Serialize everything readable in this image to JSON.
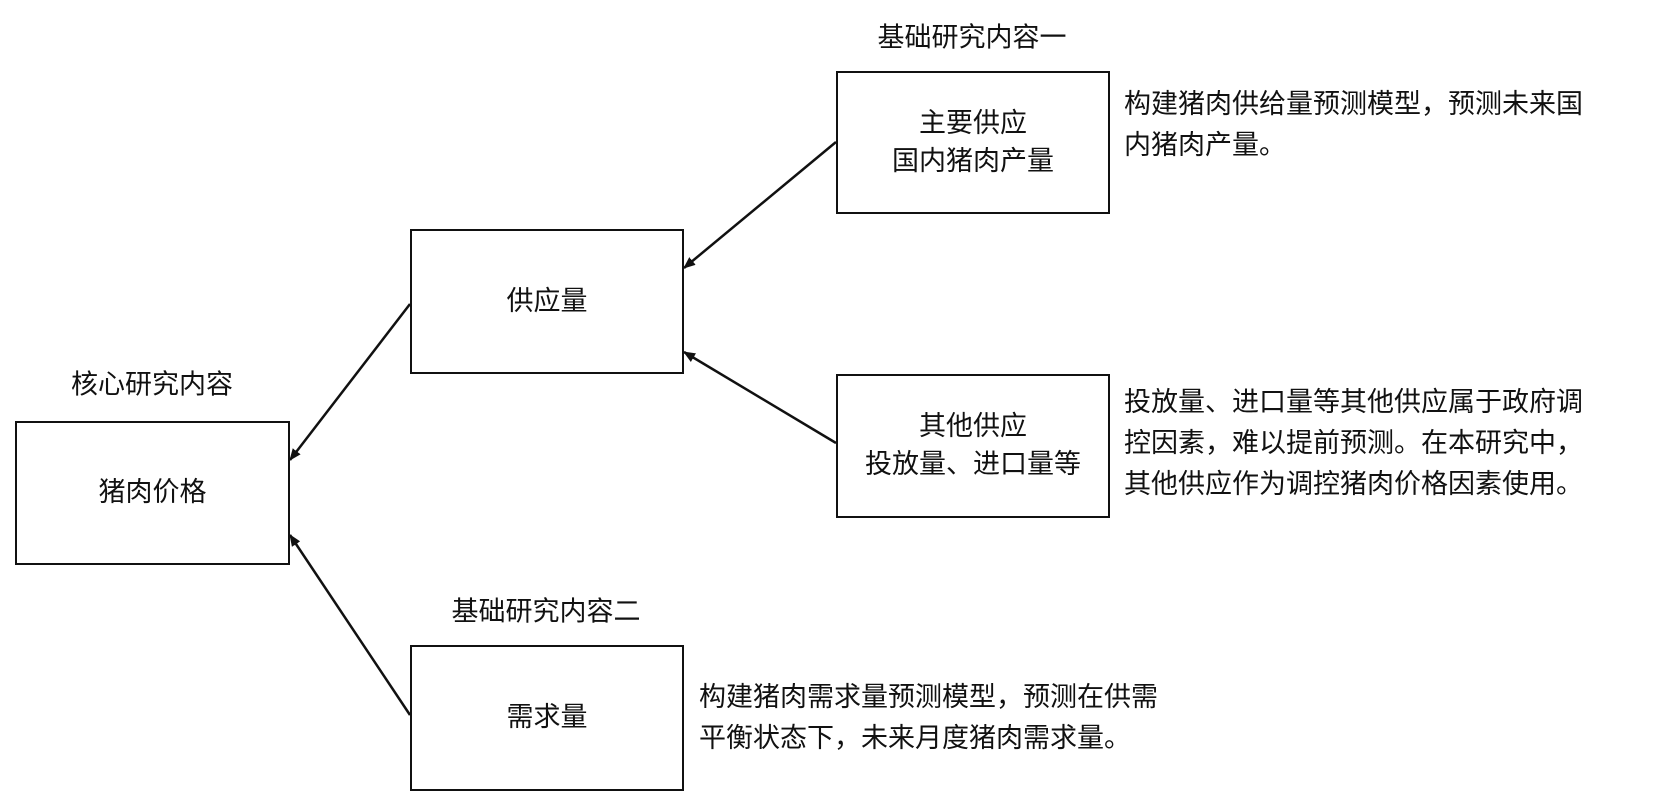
{
  "labels": {
    "core": "核心研究内容",
    "basic_one": "基础研究内容一",
    "basic_two": "基础研究内容二"
  },
  "nodes": {
    "price": {
      "lines": [
        "猪肉价格"
      ]
    },
    "supply": {
      "lines": [
        "供应量"
      ]
    },
    "main_supply": {
      "lines": [
        "主要供应",
        "国内猪肉产量"
      ]
    },
    "other_supply": {
      "lines": [
        "其他供应",
        "投放量、进口量等"
      ]
    },
    "demand": {
      "lines": [
        "需求量"
      ]
    }
  },
  "descriptions": {
    "main_supply": [
      "构建猪肉供给量预测模型，预测未来国",
      "内猪肉产量。"
    ],
    "other_supply": [
      "投放量、进口量等其他供应属于政府调",
      "控因素，难以提前预测。在本研究中，",
      "其他供应作为调控猪肉价格因素使用。"
    ],
    "demand": [
      "构建猪肉需求量预测模型，预测在供需",
      "平衡状态下，未来月度猪肉需求量。"
    ]
  }
}
